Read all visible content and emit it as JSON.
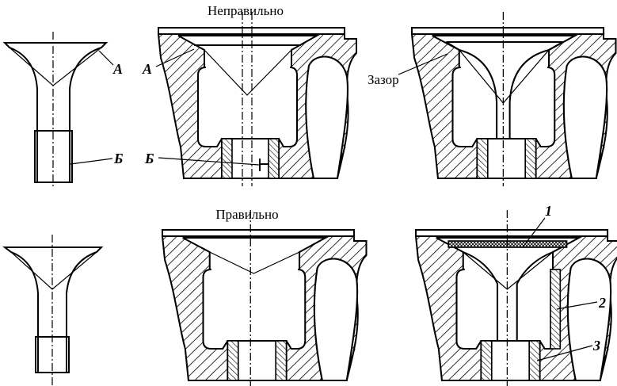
{
  "titles": {
    "incorrect": "Неправильно",
    "correct": "Правильно"
  },
  "labels": {
    "a_valve": "А",
    "b_valve": "Б",
    "a_block": "А",
    "b_block": "Б",
    "gap": "Зазор",
    "n1": "1",
    "n2": "2",
    "n3": "3"
  }
}
